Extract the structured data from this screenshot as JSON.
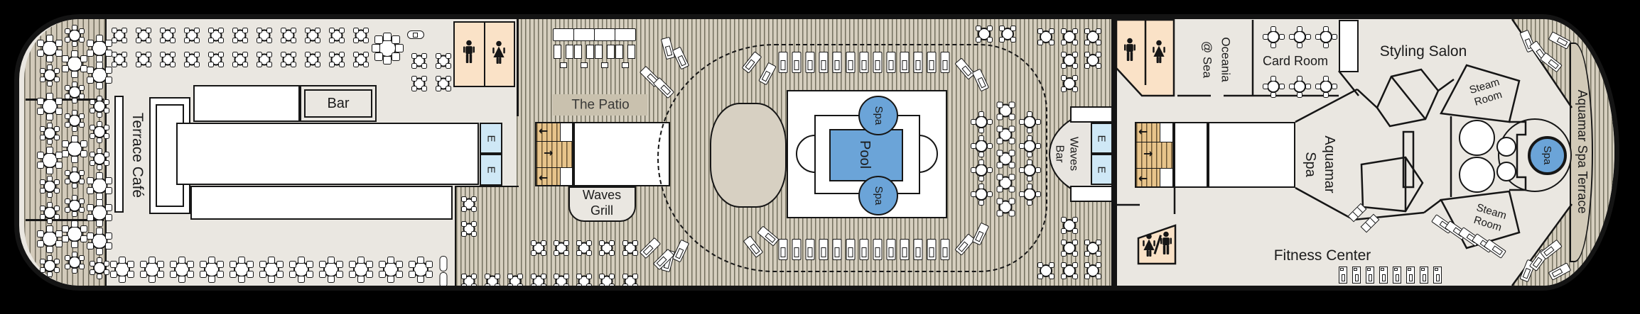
{
  "page": {
    "type": "cruise-ship-deck-plan"
  },
  "labels": {
    "terrace_cafe": "Terrace Café",
    "bar": "Bar",
    "the_patio": "The Patio",
    "waves_grill": {
      "line1": "Waves",
      "line2": "Grill"
    },
    "pool": "Pool",
    "spa": "Spa",
    "waves_bar": {
      "line1": "Waves",
      "line2": "Bar"
    },
    "oceania_at_sea": {
      "line1": "Oceania",
      "line2": "@ Sea"
    },
    "card_room": "Card Room",
    "styling_salon": "Styling Salon",
    "steam_room": {
      "line1": "Steam",
      "line2": "Room"
    },
    "aquamar_spa": {
      "line1": "Aquamar",
      "line2": "Spa"
    },
    "fitness_center": "Fitness Center",
    "aquamar_spa_terrace": "Aquamar Spa Terrace",
    "elevator": "E"
  },
  "icons": {
    "male_restroom": "man-silhouette",
    "female_restroom": "woman-silhouette",
    "elevator": "letter-E",
    "stairs": "arrow-staircase",
    "round_table": "circle-with-chairs",
    "lounger": "sun-lounger",
    "treadmill": "fitness-equipment"
  },
  "colors": {
    "background": "#000000",
    "outline": "#141414",
    "interior_floor": "#EAE7E1",
    "deck_wood": "#D6CFBF",
    "plank_line": "#74705F",
    "label_band": "#C9C1AE",
    "pool_blue": "#6BA4D8",
    "elevator_blue": "#CFE8F6",
    "restroom_peach": "#FAE2C7",
    "stair_tan": "#E8C48B"
  },
  "furniture_format": "[type, center_x, center_y, size, rotation_deg]",
  "furniture": [
    [
      "t6",
      70,
      68,
      38
    ],
    [
      "t6",
      70,
      106,
      30
    ],
    [
      "t6",
      70,
      150,
      38
    ],
    [
      "t6",
      70,
      188,
      30
    ],
    [
      "t6",
      70,
      226,
      38
    ],
    [
      "t6",
      70,
      263,
      30
    ],
    [
      "t6",
      70,
      300,
      30
    ],
    [
      "t6",
      70,
      337,
      38
    ],
    [
      "t6",
      70,
      375,
      30
    ],
    [
      "t6",
      105,
      50,
      30
    ],
    [
      "t6",
      105,
      90,
      38
    ],
    [
      "t6",
      105,
      130,
      30
    ],
    [
      "t6",
      105,
      170,
      30
    ],
    [
      "t6",
      105,
      210,
      38
    ],
    [
      "t6",
      105,
      250,
      30
    ],
    [
      "t6",
      105,
      290,
      30
    ],
    [
      "t6",
      105,
      330,
      38
    ],
    [
      "t6",
      105,
      370,
      30
    ],
    [
      "t6",
      140,
      68,
      38
    ],
    [
      "t6",
      140,
      106,
      38
    ],
    [
      "t6",
      140,
      150,
      30
    ],
    [
      "t6",
      140,
      186,
      30
    ],
    [
      "t6",
      140,
      224,
      30
    ],
    [
      "t6",
      140,
      262,
      38
    ],
    [
      "t6",
      140,
      300,
      38
    ],
    [
      "t6",
      140,
      340,
      38
    ],
    [
      "t6",
      140,
      378,
      30
    ],
    [
      "t4d",
      168,
      50,
      28
    ],
    [
      "t4d",
      202,
      50,
      28
    ],
    [
      "t4d",
      236,
      50,
      28
    ],
    [
      "t4d",
      270,
      50,
      28
    ],
    [
      "t4d",
      304,
      50,
      28
    ],
    [
      "t4d",
      338,
      50,
      28
    ],
    [
      "t4d",
      372,
      50,
      28
    ],
    [
      "t4d",
      406,
      50,
      28
    ],
    [
      "t4d",
      440,
      50,
      28
    ],
    [
      "t4d",
      474,
      50,
      28
    ],
    [
      "t4d",
      508,
      50,
      28
    ],
    [
      "t4d",
      168,
      84,
      28
    ],
    [
      "t4d",
      202,
      84,
      28
    ],
    [
      "t4d",
      236,
      84,
      28
    ],
    [
      "t4d",
      270,
      84,
      28
    ],
    [
      "t4d",
      304,
      84,
      28
    ],
    [
      "t4d",
      338,
      84,
      28
    ],
    [
      "t4d",
      372,
      84,
      28
    ],
    [
      "t4d",
      406,
      84,
      28
    ],
    [
      "t4d",
      440,
      84,
      28
    ],
    [
      "t4d",
      474,
      84,
      28
    ],
    [
      "t4d",
      508,
      84,
      28
    ],
    [
      "t8",
      545,
      68,
      44
    ],
    [
      "hp",
      585,
      49
    ],
    [
      "t4d",
      590,
      86,
      28
    ],
    [
      "t4d",
      624,
      86,
      28
    ],
    [
      "t4d",
      590,
      118,
      28
    ],
    [
      "t4d",
      624,
      118,
      28
    ],
    [
      "t6",
      172,
      380,
      36
    ],
    [
      "t6",
      214,
      380,
      36
    ],
    [
      "t6",
      256,
      380,
      36
    ],
    [
      "t6",
      298,
      380,
      36
    ],
    [
      "t6",
      340,
      380,
      36
    ],
    [
      "t6",
      382,
      380,
      36
    ],
    [
      "t6",
      424,
      380,
      36
    ],
    [
      "t6",
      466,
      380,
      36
    ],
    [
      "t6",
      508,
      380,
      36
    ],
    [
      "t6",
      550,
      380,
      36
    ],
    [
      "t6",
      592,
      380,
      36
    ],
    [
      "vp",
      624,
      372
    ],
    [
      "vp",
      624,
      395
    ],
    [
      "t4d",
      660,
      288,
      28
    ],
    [
      "t4d",
      660,
      323,
      28
    ],
    [
      "t4d",
      660,
      397,
      28
    ],
    [
      "t4d",
      693,
      397,
      28
    ],
    [
      "t4d",
      725,
      397,
      28
    ],
    [
      "t4d",
      758,
      397,
      28
    ],
    [
      "t4d",
      790,
      397,
      28
    ],
    [
      "t4d",
      822,
      397,
      28
    ],
    [
      "t4d",
      854,
      397,
      28
    ],
    [
      "t4d",
      887,
      397,
      28
    ],
    [
      "t4d",
      758,
      350,
      28
    ],
    [
      "t4d",
      790,
      350,
      28
    ],
    [
      "t4d",
      822,
      350,
      28
    ],
    [
      "t4d",
      854,
      350,
      28
    ],
    [
      "t4d",
      887,
      350,
      28
    ],
    [
      "ps",
      794,
      70
    ],
    [
      "ps",
      823,
      70
    ],
    [
      "ps",
      852,
      70
    ],
    [
      "ps",
      881,
      70
    ],
    [
      "lg",
      940,
      68,
      0,
      -15
    ],
    [
      "lg",
      958,
      82,
      0,
      -25
    ],
    [
      "lg",
      940,
      368,
      0,
      15
    ],
    [
      "lg",
      958,
      354,
      0,
      25
    ],
    [
      "lg",
      915,
      108,
      0,
      -45
    ],
    [
      "lg",
      934,
      124,
      0,
      -45
    ],
    [
      "lg",
      1058,
      88,
      0,
      38
    ],
    [
      "lg",
      1080,
      104,
      0,
      28
    ],
    [
      "lg",
      1358,
      97,
      0,
      -40
    ],
    [
      "lg",
      1380,
      113,
      0,
      -25
    ],
    [
      "lg",
      915,
      350,
      0,
      45
    ],
    [
      "lg",
      934,
      366,
      0,
      45
    ],
    [
      "lg",
      1060,
      348,
      0,
      -38
    ],
    [
      "lg",
      1081,
      333,
      0,
      -50
    ],
    [
      "lg",
      1358,
      345,
      0,
      40
    ],
    [
      "lg",
      1380,
      330,
      0,
      25
    ],
    [
      "lg",
      1102,
      88
    ],
    [
      "lg",
      1121,
      88
    ],
    [
      "lg",
      1140,
      88
    ],
    [
      "lg",
      1159,
      88
    ],
    [
      "lg",
      1178,
      88
    ],
    [
      "lg",
      1197,
      88
    ],
    [
      "lg",
      1216,
      88
    ],
    [
      "lg",
      1235,
      88
    ],
    [
      "lg",
      1254,
      88
    ],
    [
      "lg",
      1273,
      88
    ],
    [
      "lg",
      1292,
      88
    ],
    [
      "lg",
      1311,
      88
    ],
    [
      "lg",
      1330,
      88
    ],
    [
      "lg",
      1102,
      352
    ],
    [
      "lg",
      1121,
      352
    ],
    [
      "lg",
      1140,
      352
    ],
    [
      "lg",
      1159,
      352
    ],
    [
      "lg",
      1178,
      352
    ],
    [
      "lg",
      1197,
      352
    ],
    [
      "lg",
      1216,
      352
    ],
    [
      "lg",
      1235,
      352
    ],
    [
      "lg",
      1254,
      352
    ],
    [
      "lg",
      1273,
      352
    ],
    [
      "lg",
      1292,
      352
    ],
    [
      "lg",
      1311,
      352
    ],
    [
      "lg",
      1330,
      352
    ],
    [
      "t4p",
      1381,
      172,
      30
    ],
    [
      "t4p",
      1381,
      206,
      30
    ],
    [
      "t4p",
      1381,
      240,
      30
    ],
    [
      "t4p",
      1381,
      274,
      30
    ],
    [
      "t4p",
      1449,
      172,
      30
    ],
    [
      "t4p",
      1449,
      206,
      30
    ],
    [
      "t4p",
      1449,
      240,
      30
    ],
    [
      "t4p",
      1449,
      274,
      30
    ],
    [
      "t4d",
      1415,
      156,
      32
    ],
    [
      "t4d",
      1415,
      190,
      32
    ],
    [
      "t4d",
      1415,
      224,
      32
    ],
    [
      "t4d",
      1415,
      258,
      32
    ],
    [
      "t4d",
      1415,
      292,
      32
    ],
    [
      "t4d",
      1385,
      48,
      30
    ],
    [
      "t4d",
      1418,
      48,
      30
    ],
    [
      "t4d",
      1472,
      52,
      30
    ],
    [
      "t4d",
      1505,
      52,
      30
    ],
    [
      "t4d",
      1538,
      52,
      30
    ],
    [
      "t4d",
      1505,
      85,
      30
    ],
    [
      "t4d",
      1538,
      85,
      30
    ],
    [
      "t4d",
      1505,
      118,
      30
    ],
    [
      "t4d",
      1472,
      382,
      30
    ],
    [
      "t4d",
      1505,
      382,
      30
    ],
    [
      "t4d",
      1538,
      382,
      30
    ],
    [
      "t4d",
      1505,
      350,
      30
    ],
    [
      "t4d",
      1538,
      350,
      30
    ],
    [
      "t4d",
      1505,
      318,
      30
    ],
    [
      "t4p",
      1792,
      52,
      30
    ],
    [
      "t4p",
      1829,
      52,
      30
    ],
    [
      "t4p",
      1866,
      52,
      30
    ],
    [
      "t4p",
      1792,
      122,
      30
    ],
    [
      "t4p",
      1829,
      122,
      30
    ],
    [
      "t4p",
      1866,
      122,
      30
    ],
    [
      "tr",
      1890,
      388
    ],
    [
      "tr",
      1909,
      388
    ],
    [
      "tr",
      1928,
      388
    ],
    [
      "tr",
      1947,
      388
    ],
    [
      "tr",
      1966,
      388
    ],
    [
      "tr",
      1985,
      388
    ],
    [
      "tr",
      2004,
      388
    ],
    [
      "tr",
      2023,
      388
    ],
    [
      "gy",
      1910,
      300,
      0,
      45
    ],
    [
      "gy",
      1928,
      315,
      0,
      45
    ],
    [
      "lg",
      2030,
      316,
      0,
      -55
    ],
    [
      "lg",
      2049,
      325,
      0,
      -55
    ],
    [
      "lg",
      2068,
      334,
      0,
      -55
    ],
    [
      "lg",
      2087,
      343,
      0,
      -55
    ],
    [
      "lg",
      2104,
      351,
      0,
      -55
    ],
    [
      "lg",
      2150,
      58,
      0,
      -22
    ],
    [
      "lg",
      2166,
      73,
      0,
      -36
    ],
    [
      "lg",
      2183,
      88,
      0,
      -52
    ],
    [
      "lg",
      2195,
      57,
      0,
      -62
    ],
    [
      "lg",
      2150,
      382,
      0,
      22
    ],
    [
      "lg",
      2166,
      367,
      0,
      36
    ],
    [
      "lg",
      2183,
      352,
      0,
      52
    ],
    [
      "lg",
      2195,
      383,
      0,
      62
    ],
    [
      "man",
      660,
      73
    ],
    [
      "wm",
      702,
      74
    ],
    [
      "man",
      1590,
      70
    ],
    [
      "wm",
      1631,
      73
    ],
    [
      "wm",
      1617,
      346
    ],
    [
      "sl",
      1629,
      345
    ],
    [
      "man",
      1641,
      343
    ]
  ]
}
